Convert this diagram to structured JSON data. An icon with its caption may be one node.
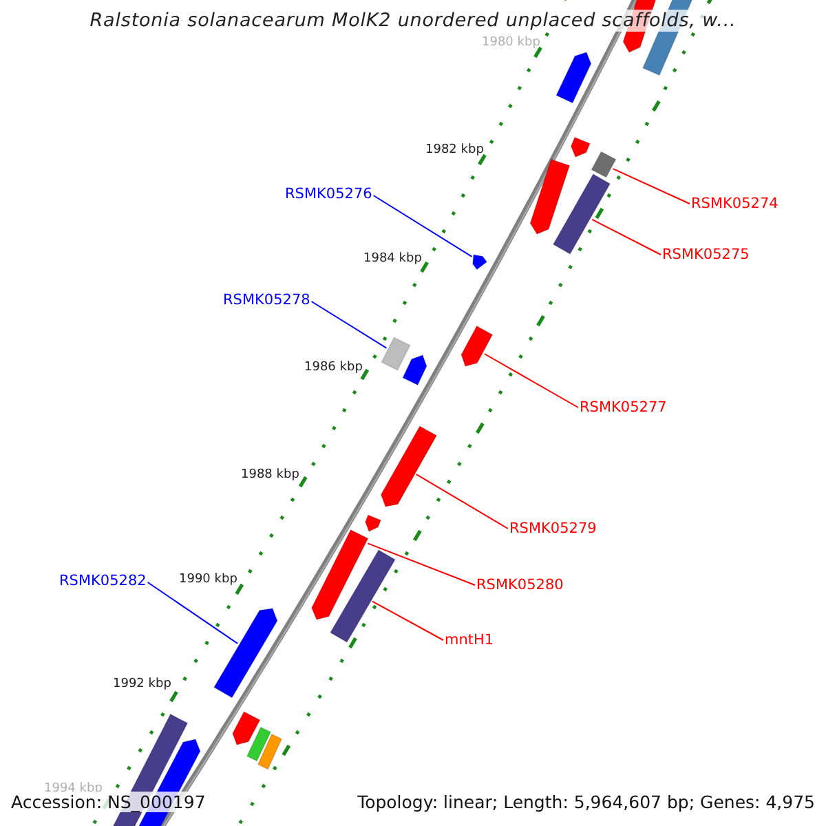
{
  "diagram": {
    "title": "Ralstonia solanacearum MolK2 unordered unplaced scaffolds, w...",
    "nodes": [
      {
        "text": [
          "RSMK05274"
        ]
      },
      {
        "text": [
          "RSMK05276"
        ]
      },
      {
        "text": [
          "RSMK05275"
        ]
      },
      {
        "text": [
          "RSMK05278"
        ]
      },
      {
        "text": [
          "RSMK05277"
        ]
      },
      {
        "text": [
          "RSMK05279"
        ]
      },
      {
        "text": [
          "RSMK05282"
        ]
      },
      {
        "text": [
          "RSMK05280"
        ]
      },
      {
        "text": [
          "mntH1"
        ]
      },
      {
        "text": [],
        "shape": "bar"
      },
      {
        "text": [],
        "shape": "bar"
      },
      {
        "text": [],
        "shape": "bar"
      },
      {
        "text": [],
        "shape": "bar"
      },
      {
        "text": [],
        "shape": "bar"
      },
      {
        "text": [],
        "shape": "bar"
      },
      {
        "text": [],
        "shape": "bar"
      },
      {
        "text": [],
        "shape": "bar"
      },
      {
        "text": [],
        "shape": "bar"
      }
    ],
    "edges": [
      {
        "from": 0,
        "to": 9,
        "arrow": "none"
      },
      {
        "from": 1,
        "to": 11,
        "arrow": "none",
        "color": "#0000ff"
      },
      {
        "from": 2,
        "to": 10,
        "arrow": "none"
      },
      {
        "from": 3,
        "to": 13,
        "arrow": "none",
        "color": "#0000ff"
      },
      {
        "from": 4,
        "to": 12,
        "arrow": "none"
      },
      {
        "from": 5,
        "to": 14,
        "arrow": "none"
      },
      {
        "from": 6,
        "to": 17,
        "arrow": "none",
        "color": "#0000ff"
      },
      {
        "from": 7,
        "to": 15,
        "arrow": "none"
      },
      {
        "from": 8,
        "to": 16,
        "arrow": "none"
      }
    ],
    "labels": [
      "1980 kbp",
      "1982 kbp",
      "1984 kbp",
      "1986 kbp",
      "1988 kbp",
      "1990 kbp",
      "1992 kbp",
      "1994 kbp",
      "Accession: NS_000197",
      "Topology: linear; Length: 5,964,607 bp; Genes: 4,975"
    ]
  }
}
